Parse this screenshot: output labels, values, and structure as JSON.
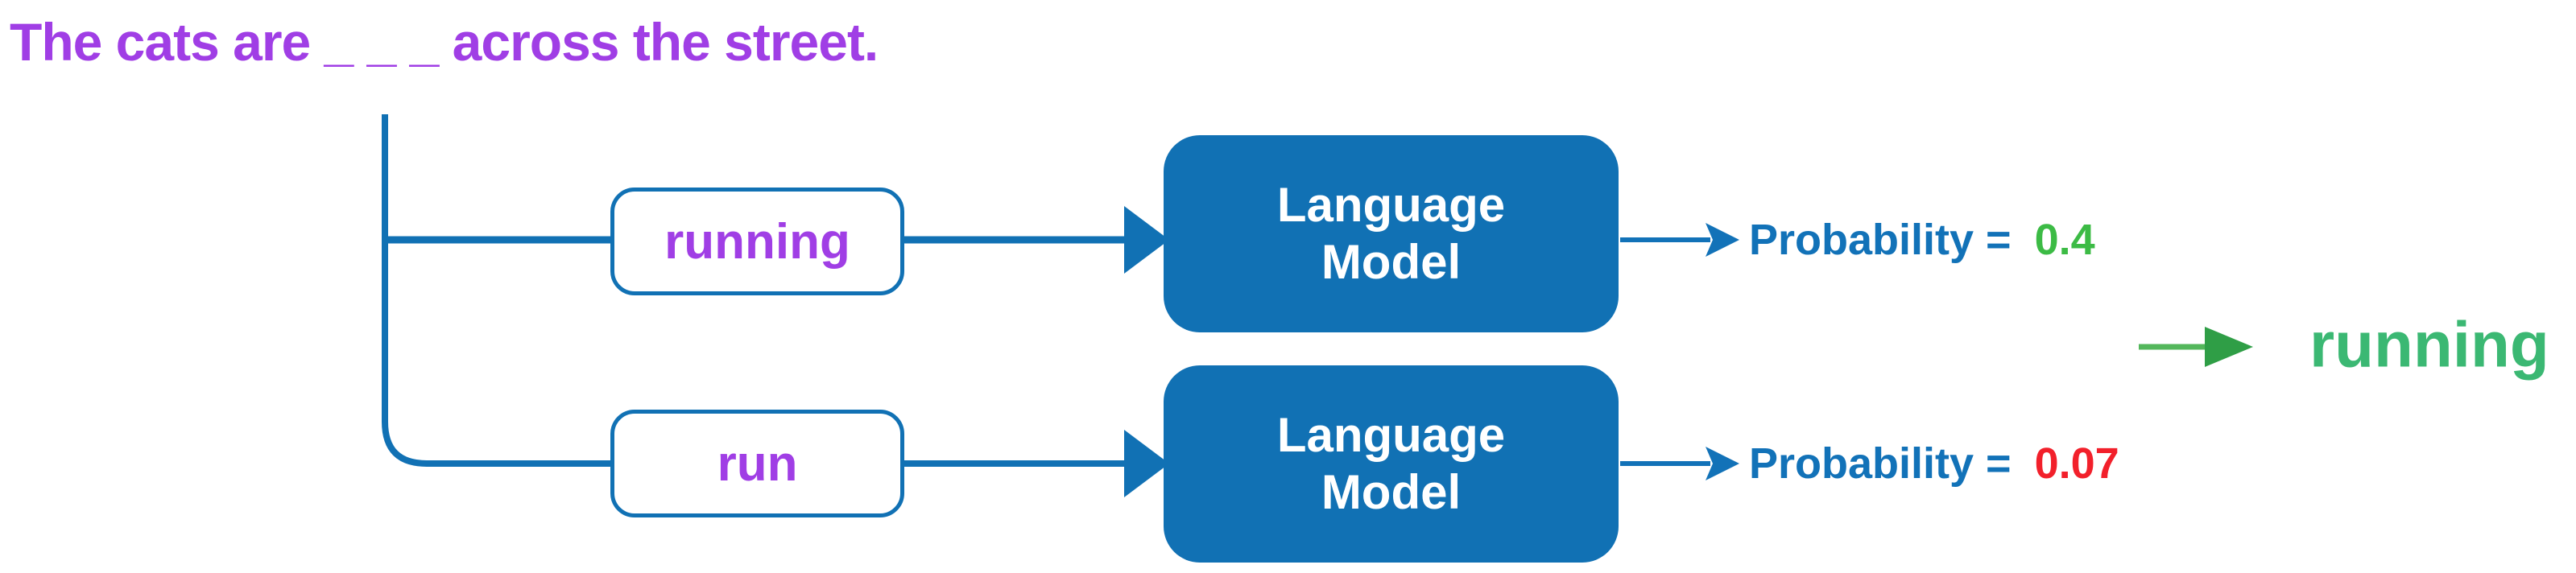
{
  "prompt": {
    "text": "The cats are _ _ _ across the street.",
    "color": "#A03EE5"
  },
  "rows": [
    {
      "candidate": "running",
      "model_line1": "Language",
      "model_line2": "Model",
      "prob_label": "Probability =",
      "prob_value": "0.4",
      "prob_value_color": "#3CBB45"
    },
    {
      "candidate": "run",
      "model_line1": "Language",
      "model_line2": "Model",
      "prob_label": "Probability =",
      "prob_value": "0.07",
      "prob_value_color": "#F2202B"
    }
  ],
  "output": {
    "word": "running",
    "color": "#3BB873"
  },
  "icons": {
    "connector_arrowheads": "right-arrowhead-icon",
    "selection_arrow": "green-right-arrow-icon"
  },
  "colors": {
    "purple_text": "#A03EE5",
    "blue_shapes": "#1171B4",
    "blue_text": "#1272B8",
    "green_value": "#3CBB45",
    "green_output_word": "#3BB873",
    "green_arrow_line": "#53B75B",
    "green_arrow_head": "#2F9E46",
    "red_value": "#F2202B",
    "background": "#FFFFFF"
  }
}
